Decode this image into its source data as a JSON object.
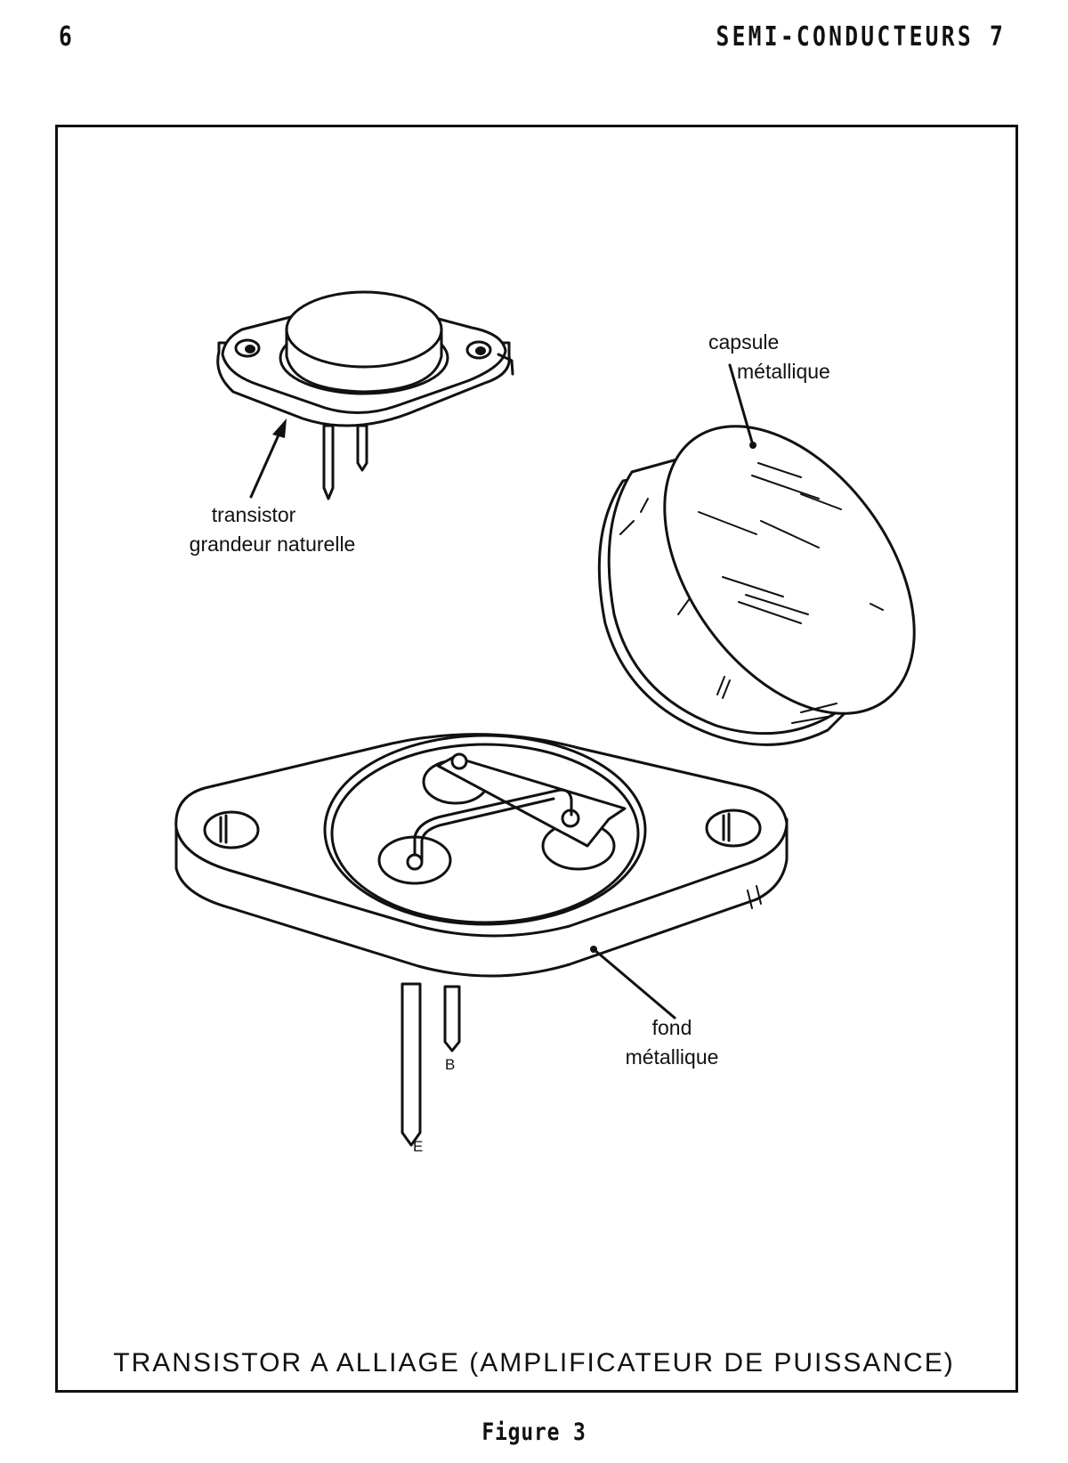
{
  "page": {
    "number": "6",
    "running_head": "SEMI-CONDUCTEURS 7"
  },
  "figure": {
    "caption": "TRANSISTOR A ALLIAGE (AMPLIFICATEUR DE PUISSANCE)",
    "number_label": "Figure 3",
    "labels": {
      "capsule_line1": "capsule",
      "capsule_line2": "métallique",
      "transistor_line1": "transistor",
      "transistor_line2": "grandeur naturelle",
      "fond_line1": "fond",
      "fond_line2": "métallique",
      "pin_b": "B",
      "pin_e": "E"
    }
  }
}
